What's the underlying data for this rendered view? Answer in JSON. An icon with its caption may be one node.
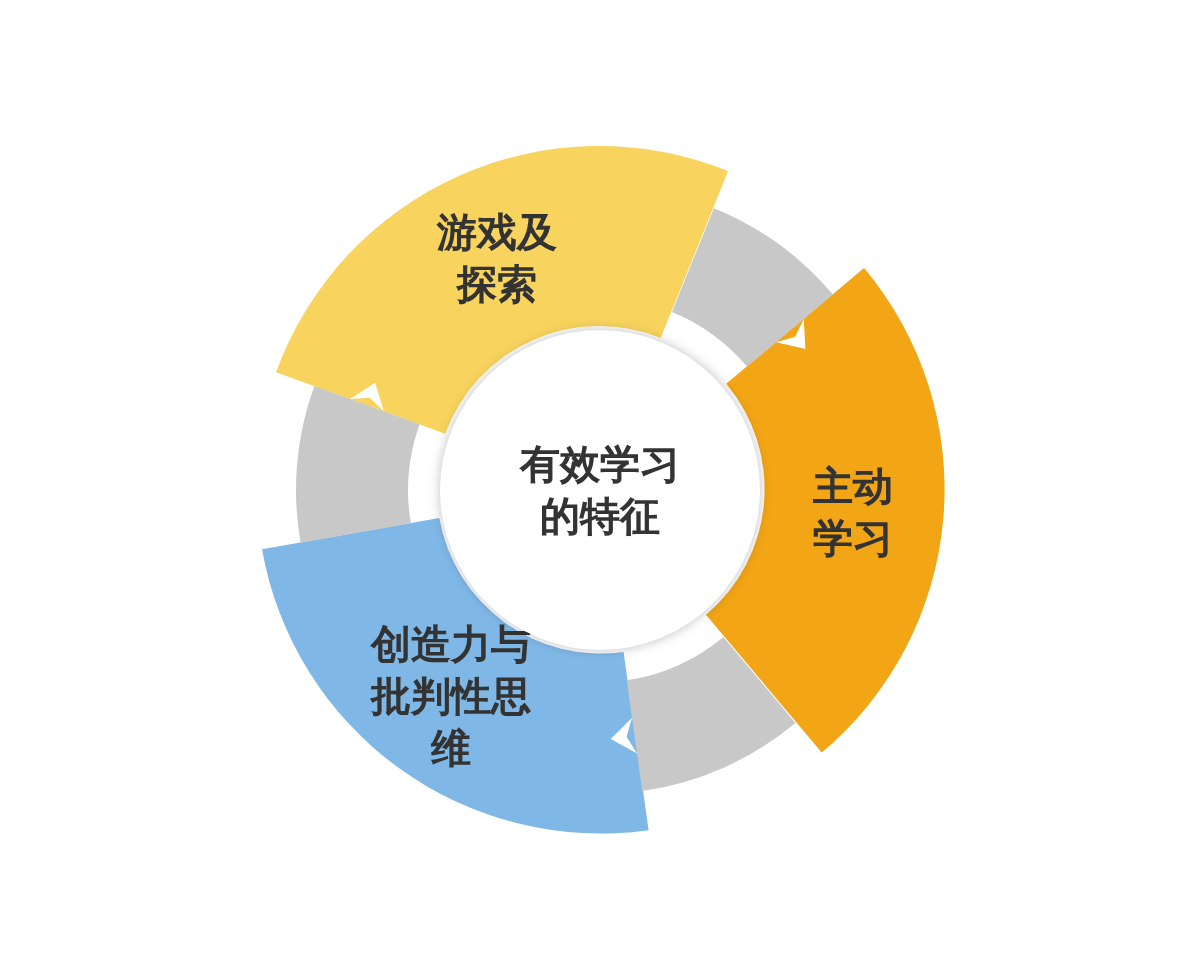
{
  "diagram": {
    "nodes": [
      {
        "text": [
          "有效学习的特征"
        ]
      },
      {
        "text": [
          "游戏及探索"
        ]
      },
      {
        "text": [
          "主动学习"
        ]
      },
      {
        "text": [
          "创造力与批判性思维"
        ]
      }
    ],
    "edges": [
      {
        "from": 1,
        "to": 2,
        "arrow": "to"
      },
      {
        "from": 2,
        "to": 3,
        "arrow": "to"
      },
      {
        "from": 3,
        "to": 1,
        "arrow": "to"
      }
    ]
  }
}
